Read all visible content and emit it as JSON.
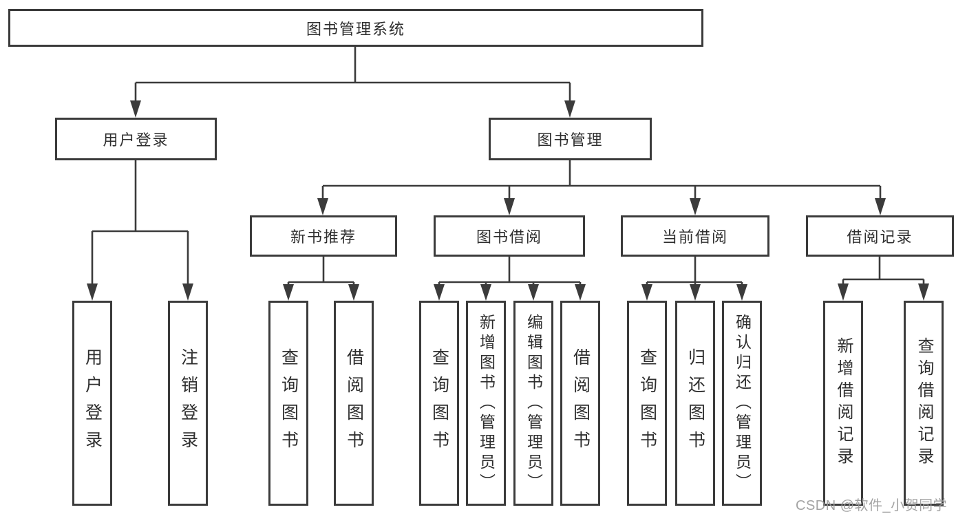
{
  "tree": {
    "label": "图书管理系统",
    "children": [
      {
        "label": "用户登录",
        "children": [
          {
            "label": "用户登录"
          },
          {
            "label": "注销登录"
          }
        ]
      },
      {
        "label": "图书管理",
        "children": [
          {
            "label": "新书推荐",
            "children": [
              {
                "label": "查询图书"
              },
              {
                "label": "借阅图书"
              }
            ]
          },
          {
            "label": "图书借阅",
            "children": [
              {
                "label": "查询图书"
              },
              {
                "label": "新增图书（管理员）"
              },
              {
                "label": "编辑图书（管理员）"
              },
              {
                "label": "借阅图书"
              }
            ]
          },
          {
            "label": "当前借阅",
            "children": [
              {
                "label": "查询图书"
              },
              {
                "label": "归还图书"
              },
              {
                "label": "确认归还（管理员）"
              }
            ]
          },
          {
            "label": "借阅记录",
            "children": [
              {
                "label": "新增借阅记录"
              },
              {
                "label": "查询借阅记录"
              }
            ]
          }
        ]
      }
    ]
  },
  "watermark": {
    "text": "CSDN @软件_小贺同学"
  },
  "colors": {
    "line": "#3b3b3b",
    "box_border": "#3b3b3b",
    "text": "#2e2e2e",
    "background": "#ffffff",
    "watermark": "#9b9b9b"
  }
}
